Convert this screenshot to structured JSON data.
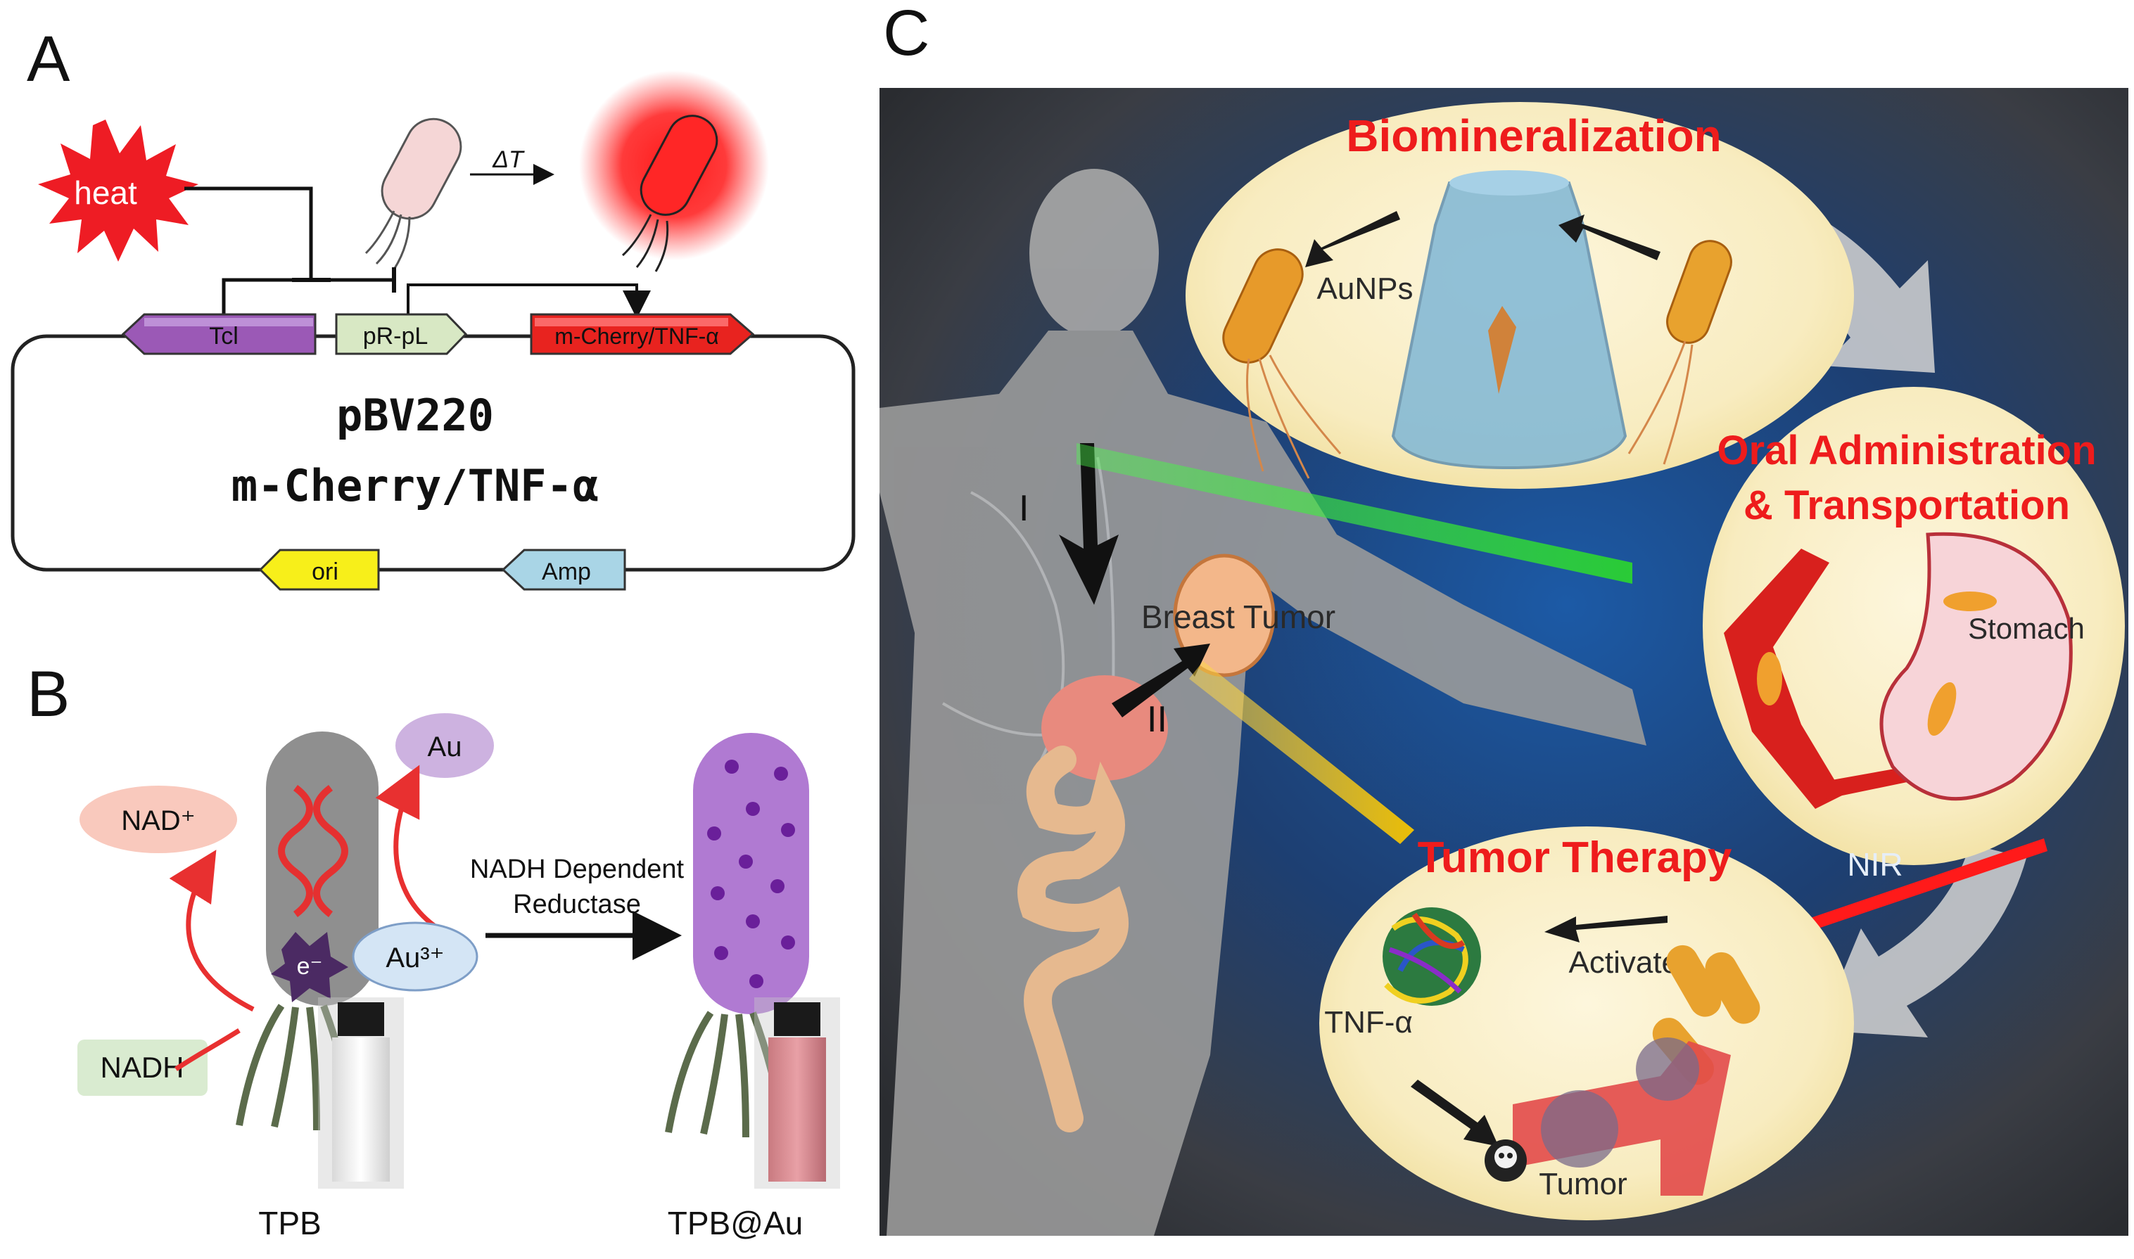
{
  "panels": {
    "a": {
      "letter": "A",
      "heat": "heat",
      "delta_t": "ΔT",
      "genes": {
        "tcl": "Tcl",
        "promoter": "pR-pL",
        "reporter": "m-Cherry/TNF-α",
        "ori": "ori",
        "amp": "Amp"
      },
      "plasmid_name": "pBV220",
      "plasmid_insert": "m-Cherry/TNF-α"
    },
    "b": {
      "letter": "B",
      "nad_plus": "NAD⁺",
      "nadh": "NADH",
      "au": "Au",
      "au3": "Au³⁺",
      "electron": "e⁻",
      "reaction_line1": "NADH Dependent",
      "reaction_line2": "Reductase",
      "tpb": "TPB",
      "tpb_au": "TPB@Au"
    },
    "c": {
      "letter": "C",
      "biomineralization": "Biomineralization",
      "aunps": "AuNPs",
      "oral_line1": "Oral Administration",
      "oral_line2": "& Transportation",
      "stomach": "Stomach",
      "breast_tumor": "Breast Tumor",
      "step1": "I",
      "step2": "II",
      "nir": "NIR",
      "tumor_therapy": "Tumor Therapy",
      "activated": "Activated",
      "tnf": "TNF-α",
      "tumor": "Tumor"
    }
  },
  "colors": {
    "heat_red": "#ee1c24",
    "mcherry_red": "#e8231f",
    "tcl_purple": "#9b59b6",
    "promoter_green": "#d8e8c4",
    "ori_yellow": "#f7ef1a",
    "amp_blue": "#a9d5e6",
    "bacterium_gray": "#8f8f8f",
    "bacterium_purple": "#b07ad2",
    "title_red": "#ee1c1c",
    "panel_c_bg": "#3a3f47",
    "glow_blue": "#1f5fa8"
  }
}
